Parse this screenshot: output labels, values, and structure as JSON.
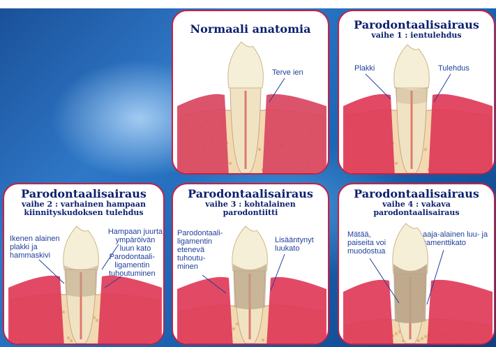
{
  "panels": {
    "normal": {
      "title": "Normaali anatomia",
      "labels": {
        "terve_ien": "Terve ien"
      }
    },
    "stage1": {
      "title": "Parodontaalisairaus",
      "subtitle": "vaihe 1 : ientulehdus",
      "labels": {
        "plakki": "Plakki",
        "tulehdus": "Tulehdus"
      }
    },
    "stage2": {
      "title": "Parodontaalisairaus",
      "subtitle": "vaihe 2 : varhainen hampaan kiinnityskudoksen tulehdus",
      "labels": {
        "ikenen": "Ikenen alainen\nplakki ja\nhammaskivi",
        "juurta": "Hampaan juurta\nympäröivän luun kato",
        "ligamentin": "Parodontaali-\nligamentin\ntuhoutuminen"
      }
    },
    "stage3": {
      "title": "Parodontaalisairaus",
      "subtitle": "vaihe 3 : kohtalainen parodontiitti",
      "labels": {
        "etenevä": "Parodontaali-\nligamentin\netenevä\ntuhoutu-\nminen",
        "luukato": "Lisääntynyt\nluukato"
      }
    },
    "stage4": {
      "title": "Parodontaalisairaus",
      "subtitle": "vaihe 4 : vakava parodontaalisairaus",
      "labels": {
        "mataa": "Mätää,\npaiseita voi\nmuodostua",
        "laaja": "Laaja-alainen luu- ja\nligamenttikato"
      }
    }
  },
  "colors": {
    "title": "#0b1f6e",
    "label": "#1f3f9a",
    "frame": "#c81f42",
    "gum": "#d9455f",
    "bone": "#f2d9b2",
    "tooth": "#f6efd7",
    "tartar": "#b9a387"
  }
}
